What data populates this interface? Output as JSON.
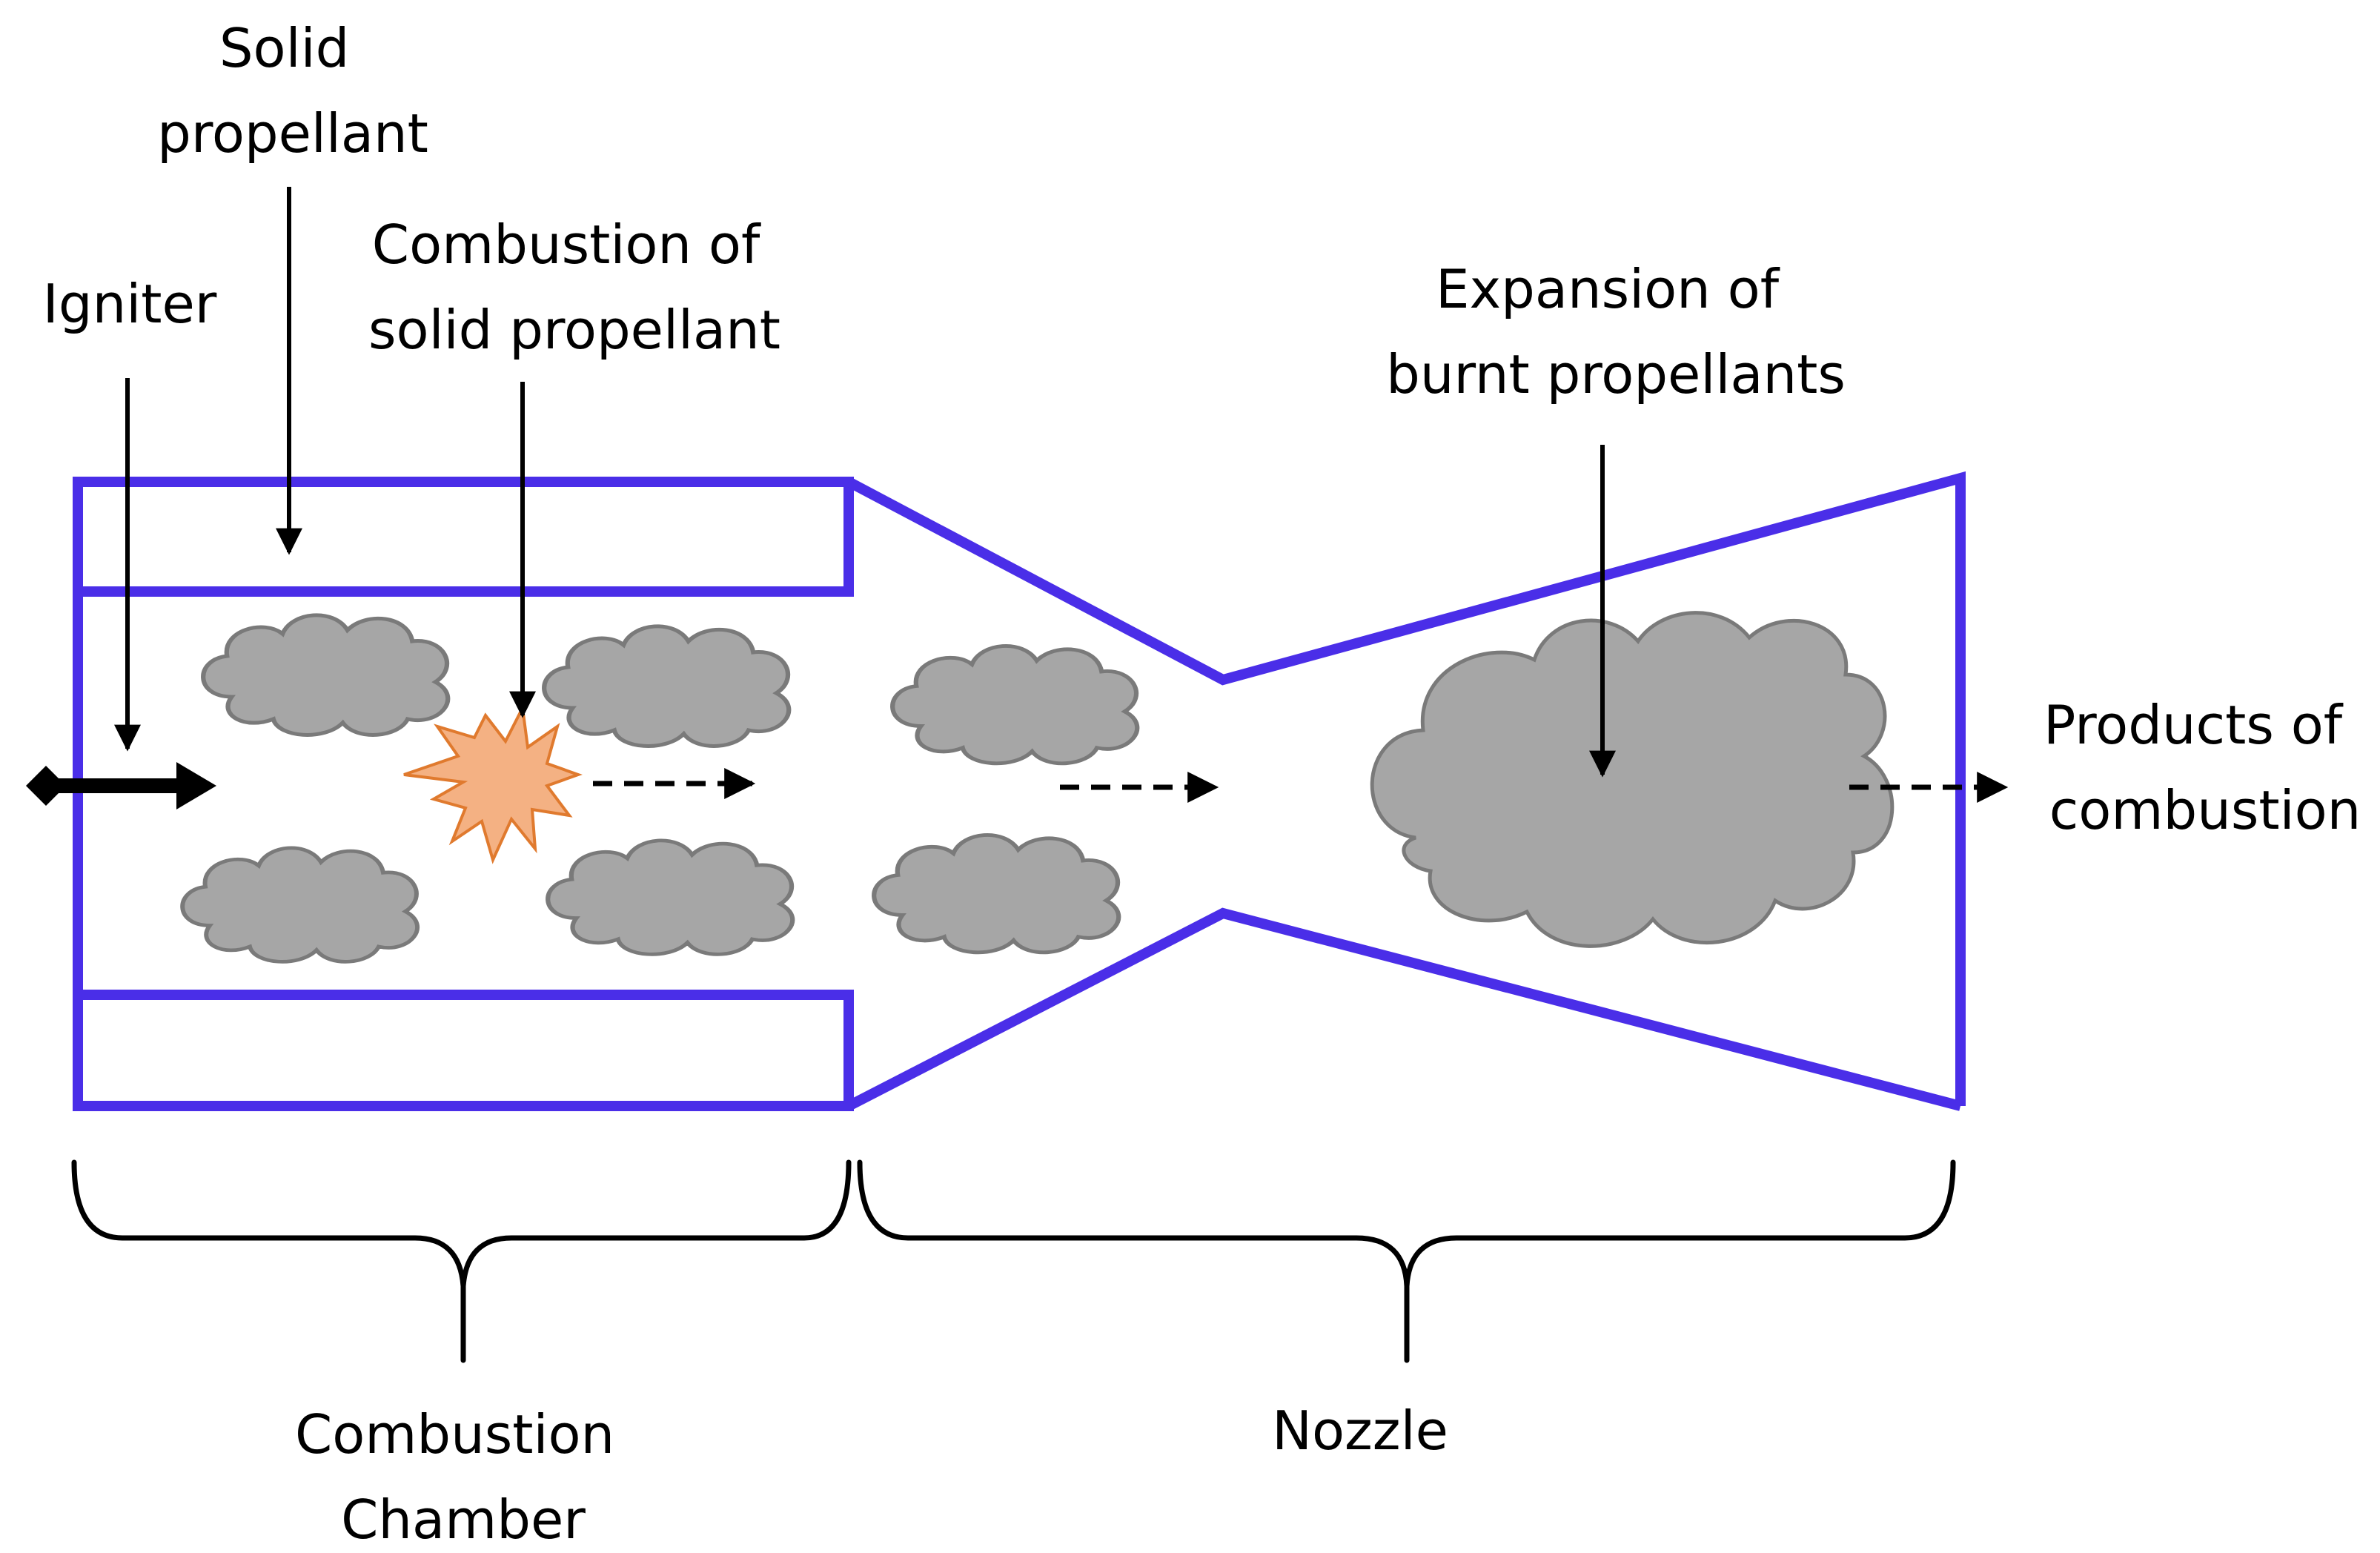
{
  "labels": {
    "solid_propellant": [
      "Solid",
      "propellant"
    ],
    "combustion_of_solid_propellant": [
      "Combustion of",
      "solid propellant"
    ],
    "igniter": [
      "Igniter"
    ],
    "expansion_of_burnt_propellants": [
      "Expansion of",
      "burnt propellants"
    ],
    "products_of_combustion": [
      "Products of",
      "combustion"
    ],
    "combustion_chamber": [
      "Combustion",
      "Chamber"
    ],
    "nozzle": [
      "Nozzle"
    ]
  },
  "colors": {
    "wall": "#4a2ee8",
    "cloud_fill": "#a6a6a6",
    "cloud_stroke": "#7a7a7a",
    "flame_fill": "#f4b183",
    "flame_stroke": "#e07a2e",
    "arrow": "#000000"
  },
  "icons": {
    "igniter": "diamond-tipped-arrow",
    "combustion": "starburst-flame",
    "gas": "cloud"
  }
}
